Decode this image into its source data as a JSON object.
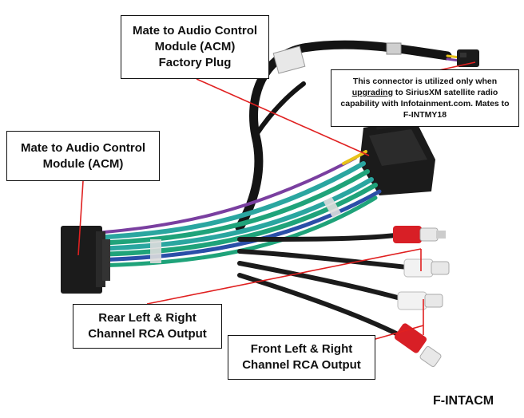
{
  "callouts": {
    "acm_factory_plug": {
      "line1": "Mate to Audio Control",
      "line2": "Module (ACM)",
      "line3": "Factory Plug"
    },
    "acm": {
      "line1": "Mate to Audio Control",
      "line2": "Module (ACM)"
    },
    "siriusxm": {
      "line1": "This connector is utilized only when",
      "line2_emph": "upgrading",
      "line2_rest": " to SiriusXM satellite radio",
      "line3": "capability with Infotainment.com. Mates to",
      "line4": "F-INTMY18"
    },
    "rear_rca": {
      "line1": "Rear Left & Right",
      "line2": "Channel RCA Output"
    },
    "front_rca": {
      "line1": "Front Left & Right",
      "line2": "Channel RCA Output"
    }
  },
  "part_number": "F-INTACM",
  "colors": {
    "pointer_line": "#e02020",
    "rca_red": "#d81f26",
    "rca_white": "#f2f2f2",
    "connector_black": "#1b1b1b",
    "wire_green": "#1fa37a",
    "wire_teal": "#2aa6a0",
    "wire_blue": "#2a4fa8",
    "wire_purple": "#7a3fa0",
    "wire_yellow": "#e8c21a",
    "loom_black": "#141414"
  }
}
